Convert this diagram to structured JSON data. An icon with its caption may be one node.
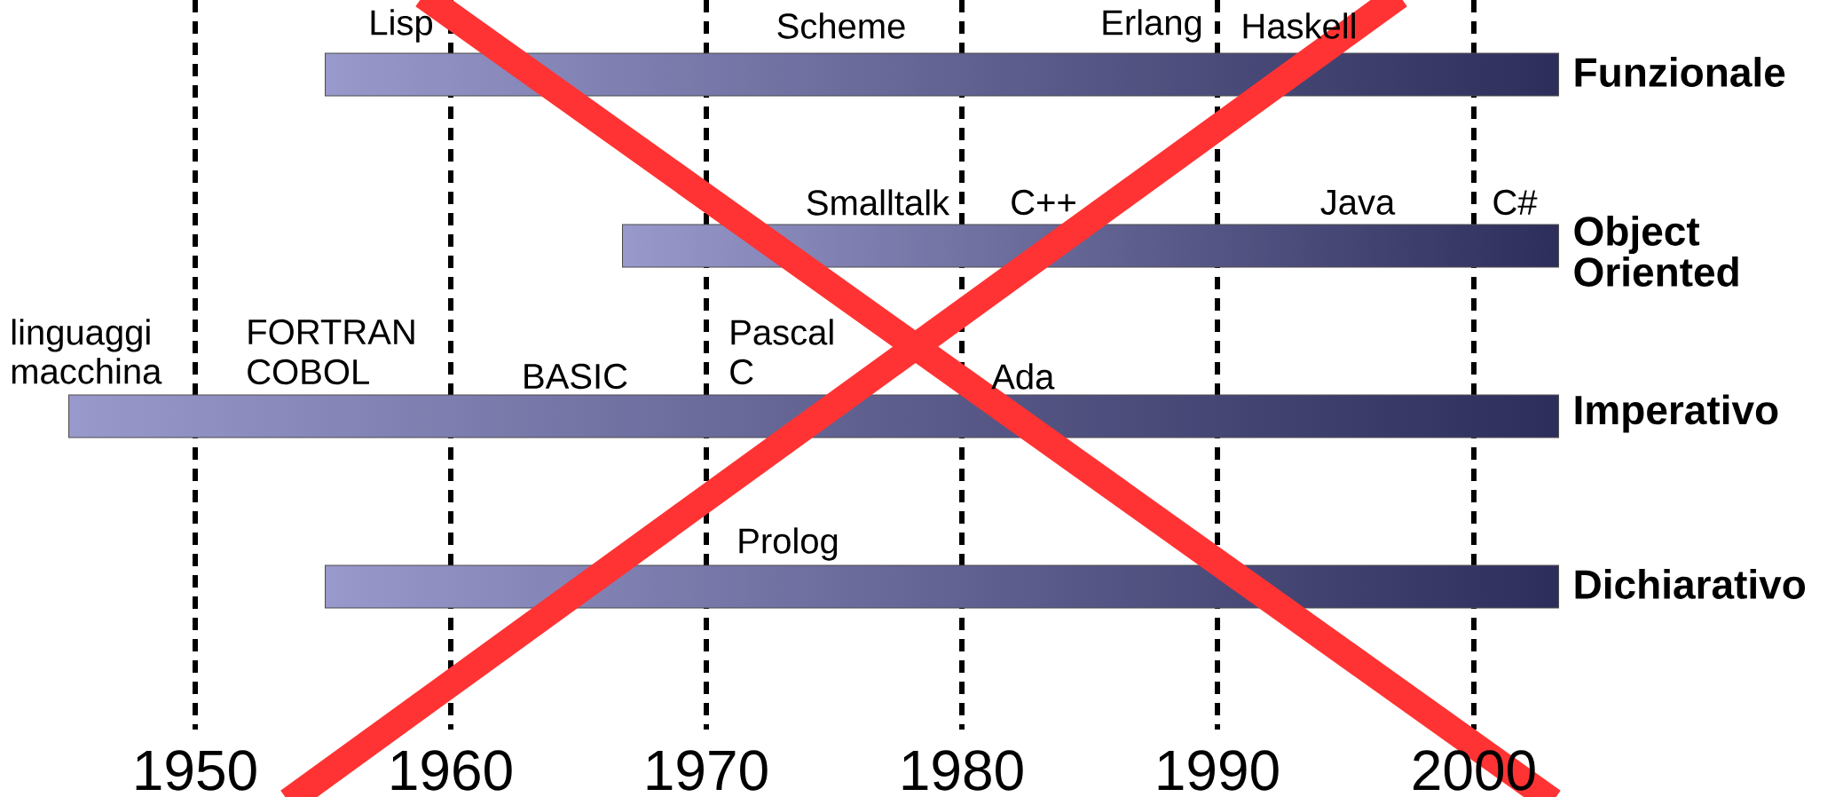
{
  "diagram": {
    "nodes": [
      {
        "text": [
          "Funzionale"
        ]
      },
      {
        "text": [
          "Object Oriented"
        ]
      },
      {
        "text": [
          "Imperativo"
        ]
      },
      {
        "text": [
          "Dichiarativo"
        ]
      }
    ],
    "labels": [
      "Lisp",
      "Scheme",
      "Erlang",
      "Haskell",
      "Smalltalk",
      "C++",
      "Java",
      "C#",
      "linguaggi macchina",
      "FORTRAN",
      "COBOL",
      "BASIC",
      "Pascal",
      "C",
      "Ada",
      "Prolog",
      "1950",
      "1960",
      "1970",
      "1980",
      "1990",
      "2000"
    ]
  }
}
